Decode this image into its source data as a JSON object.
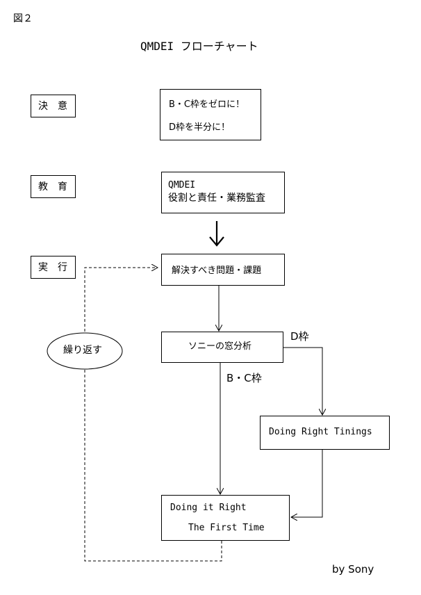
{
  "figure_label": "図２",
  "title": "QMDEI フローチャート",
  "stages": {
    "decision": "決　意",
    "education": "教　育",
    "execution": "実　行"
  },
  "decision_box": {
    "line1": "B・C枠をゼロに！",
    "line2": "D枠を半分に！"
  },
  "education_box": {
    "line1": "QMDEI",
    "line2": "役割と責任・業務監査"
  },
  "problem_box": "解決すべき問題・課題",
  "sony_window_box": "ソニーの窓分析",
  "branch_labels": {
    "d": "D枠",
    "bc": "B・C枠"
  },
  "doing_right_box": "Doing Right Tinings",
  "first_time_box": {
    "line1": "Doing it Right",
    "line2": "The First Time"
  },
  "repeat_label": "繰り返す",
  "credit": "by Sony"
}
